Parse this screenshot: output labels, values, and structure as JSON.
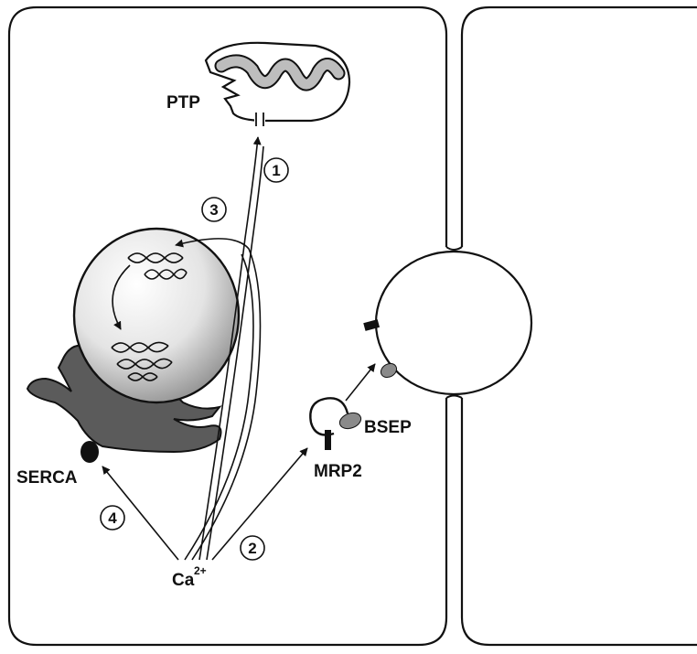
{
  "labels": {
    "ptp": "PTP",
    "bsep": "BSEP",
    "mrp2": "MRP2",
    "serca": "SERCA",
    "calcium_base": "Ca",
    "calcium_charge": "2+"
  },
  "steps": [
    "1",
    "2",
    "3",
    "4"
  ],
  "colors": {
    "outline": "#111111",
    "er": "#5b5b5b",
    "mito_inner": "#bdbdbd",
    "transporter": "#8a8a8a",
    "background": "#ffffff"
  }
}
